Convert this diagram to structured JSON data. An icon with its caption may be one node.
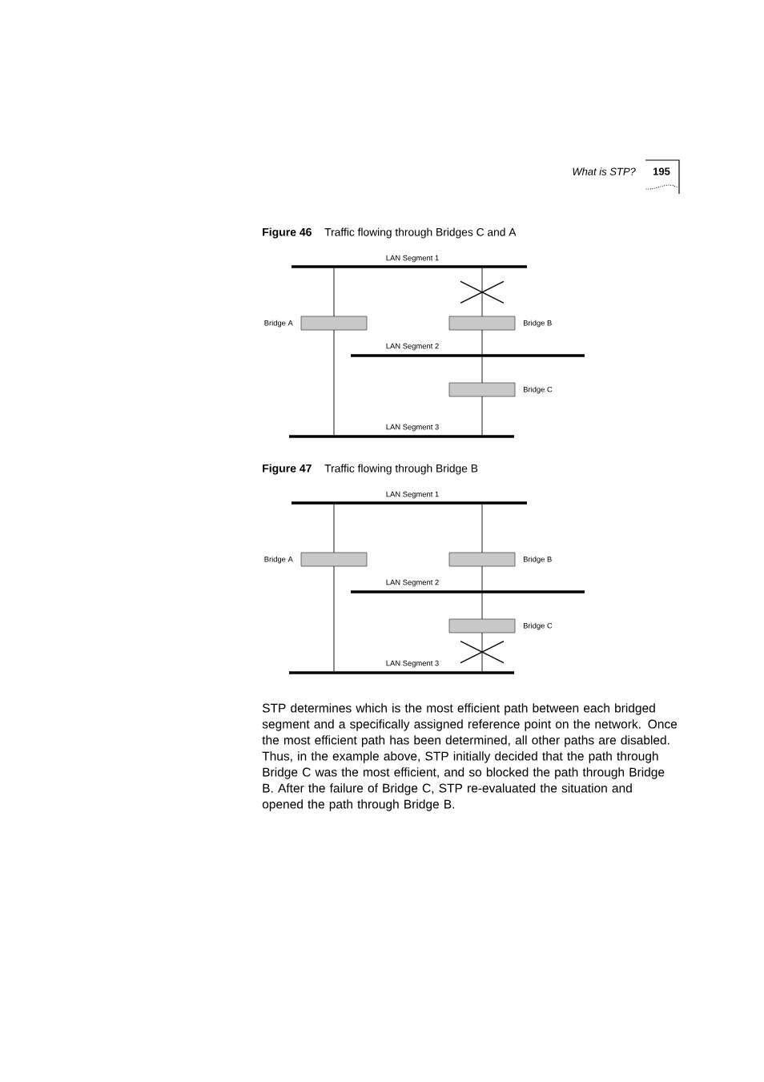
{
  "diagram": {
    "nodes": [
      {
        "text": [
          "LAN Segment 1"
        ]
      },
      {
        "text": [
          "Bridge A"
        ]
      },
      {
        "text": [
          "Bridge B"
        ]
      },
      {
        "text": [
          "LAN Segment 2"
        ]
      },
      {
        "text": [
          "Bridge C"
        ]
      },
      {
        "text": [
          "LAN Segment 3"
        ]
      },
      {
        "text": [
          "LAN Segment 1"
        ]
      },
      {
        "text": [
          "Bridge A"
        ]
      },
      {
        "text": [
          "Bridge B"
        ]
      },
      {
        "text": [
          "LAN Segment 2"
        ]
      },
      {
        "text": [
          "Bridge C"
        ]
      },
      {
        "text": [
          "LAN Segment 3"
        ]
      }
    ],
    "edges": [
      {
        "from": 0,
        "to": 1,
        "arrow": "none"
      },
      {
        "from": 1,
        "to": 5,
        "arrow": "none"
      },
      {
        "from": 0,
        "to": 2,
        "arrow": "none"
      },
      {
        "from": 2,
        "to": 3,
        "arrow": "none"
      },
      {
        "from": 3,
        "to": 4,
        "arrow": "none"
      },
      {
        "from": 4,
        "to": 5,
        "arrow": "none"
      },
      {
        "from": 6,
        "to": 7,
        "arrow": "none"
      },
      {
        "from": 7,
        "to": 11,
        "arrow": "none"
      },
      {
        "from": 6,
        "to": 8,
        "arrow": "none"
      },
      {
        "from": 8,
        "to": 9,
        "arrow": "none"
      },
      {
        "from": 9,
        "to": 10,
        "arrow": "none"
      },
      {
        "from": 10,
        "to": 11,
        "arrow": "none"
      }
    ],
    "labels": [
      "What is STP?",
      "195",
      "Figure 46",
      "Traffic flowing through Bridges C and A",
      "Figure 47",
      "Traffic flowing through Bridge B",
      "STP determines which is the most efficient path between each bridged segment and a specifically assigned reference point on the network. Once the most efficient path has been determined, all other paths are disabled. Thus, in the example above, STP initially decided that the path through Bridge C was the most efficient, and so blocked the path through Bridge B. After the failure of Bridge C, STP re-evaluated the situation and opened the path through Bridge B."
    ]
  }
}
